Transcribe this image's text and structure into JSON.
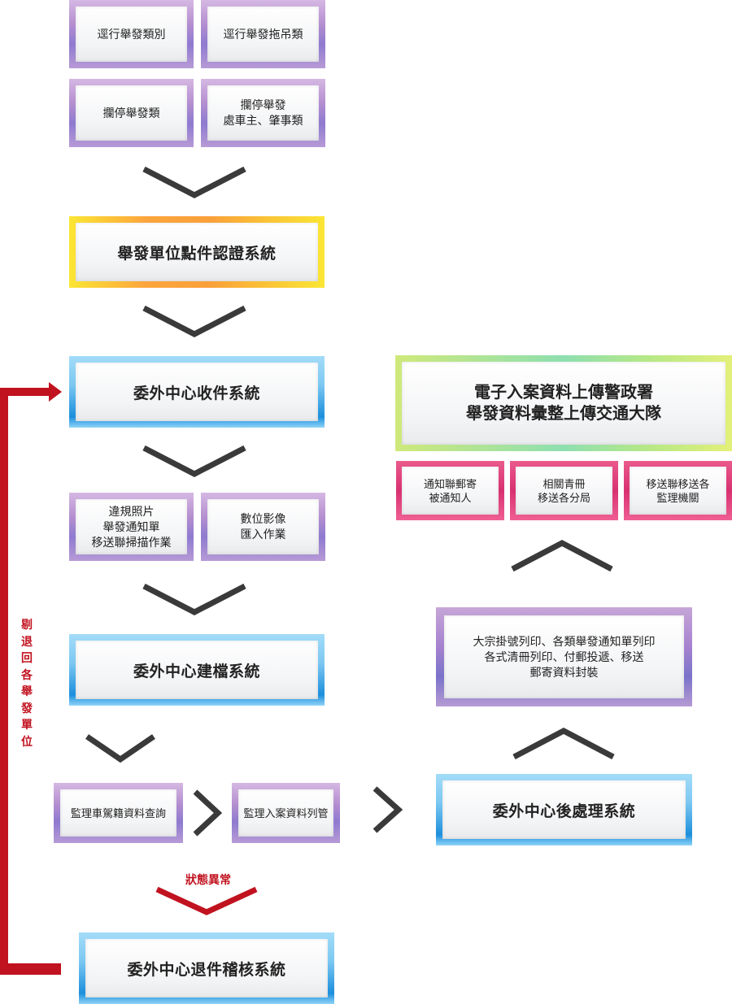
{
  "nodes": {
    "running_category": "逕行舉發類別",
    "running_towing": "逕行舉發拖吊類",
    "stop_category": "攔停舉發類",
    "stop_owner": "攔停舉發\n處車主、肇事類",
    "cert_system": "舉發單位點件認證系統",
    "receive_system": "委外中心收件系統",
    "scan_photos": "違規照片\n舉發通知單\n移送聯掃描作業",
    "digital_import": "數位影像\n匯入作業",
    "filing_system": "委外中心建檔系統",
    "vehicle_query": "監理車駕籍資料查詢",
    "case_listing": "監理入案資料列管",
    "return_system": "委外中心退件稽核系統",
    "post_system": "委外中心後處理系統",
    "mass_print": "大宗掛號列印、各類舉發通知單列印\n各式清冊列印、付郵投遞、移送\n郵寄資料封裝",
    "notify_mail": "通知聯郵寄\n被通知人",
    "related_books": "相關青冊\n移送各分局",
    "transfer_notice": "移送聯移送各\n監理機關",
    "upload_system": "電子入案資料上傳警政署\n舉發資料彙整上傳交通大隊"
  },
  "labels": {
    "reject_return": "剔退回各舉發單位",
    "status_abnormal": "狀態異常"
  },
  "colors": {
    "arrow_gray": "#3a3a3a",
    "reject_red": "#c1121f"
  }
}
